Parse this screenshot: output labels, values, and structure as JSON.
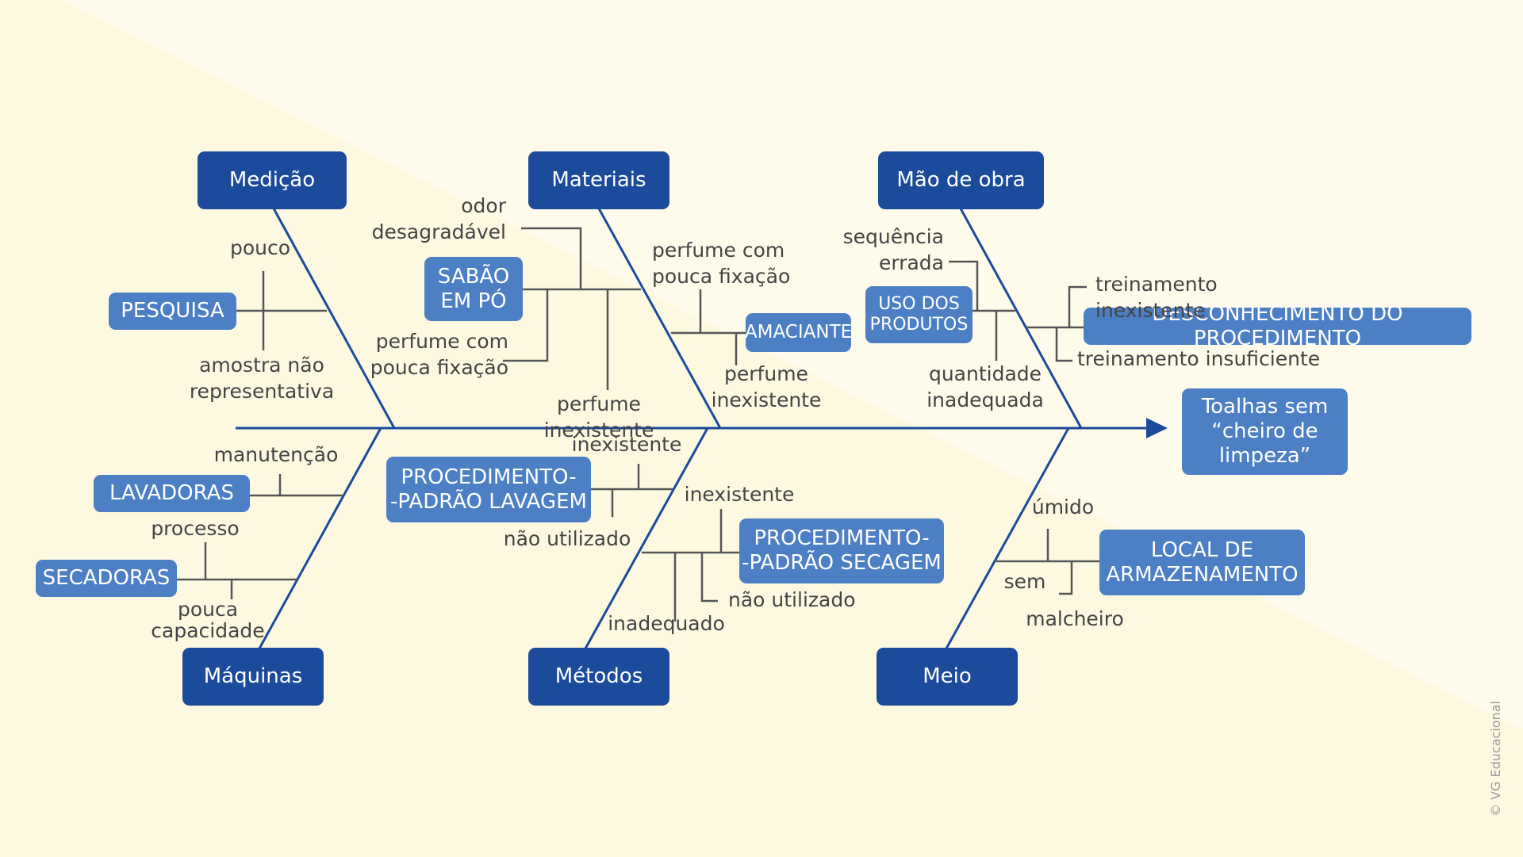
{
  "effect": "Toalhas sem\n“cheiro de\nlimpeza”",
  "categories": {
    "medicao": "Medição",
    "materiais": "Materiais",
    "mao_de_obra": "Mão de obra",
    "maquinas": "Máquinas",
    "metodos": "Métodos",
    "meio": "Meio"
  },
  "causes": {
    "pesquisa": "PESQUISA",
    "sabao": "SABÃO\nEM PÓ",
    "amaciante": "AMACIANTE",
    "uso_produtos": "USO DOS\nPRODUTOS",
    "desconhecimento": "DESCONHECIMENTO DO PROCEDIMENTO",
    "lavadoras": "LAVADORAS",
    "secadoras": "SECADORAS",
    "proc_lavagem": "PROCEDIMENTO-\n-PADRÃO LAVAGEM",
    "proc_secagem": "PROCEDIMENTO-\n-PADRÃO SECAGEM",
    "local": "LOCAL DE\nARMAZENAMENTO"
  },
  "details": {
    "pouco": "pouco",
    "amostra": "amostra não\nrepresentativa",
    "odor": "odor\ndesagradável",
    "perfume_pouca_1": "perfume com\npouca fixação",
    "perfume_inexistente_1": "perfume inexistente",
    "perfume_pouca_2": "perfume com\npouca fixação",
    "perfume_inexistente_2": "perfume\ninexistente",
    "sequencia": "sequência\nerrada",
    "quantidade": "quantidade\ninadequada",
    "trein_inexistente": "treinamento inexistente",
    "trein_insuficiente": "treinamento insuficiente",
    "manutencao": "manutenção",
    "processo": "processo",
    "pouca_capacidade": "pouca\ncapacidade",
    "inexistente_1": "inexistente",
    "nao_utilizado_1": "não utilizado",
    "inexistente_2": "inexistente",
    "nao_utilizado_2": "não utilizado",
    "inadequado": "inadequado",
    "umido": "úmido",
    "sem": "sem",
    "malcheiro": "malcheiro"
  },
  "credit": "© VG Educacional",
  "colors": {
    "background": "#fdf9e1",
    "category": "#1c4b9b",
    "cause": "#4d7fc4",
    "spine": "#1c4b9b",
    "branch": "#555555"
  }
}
